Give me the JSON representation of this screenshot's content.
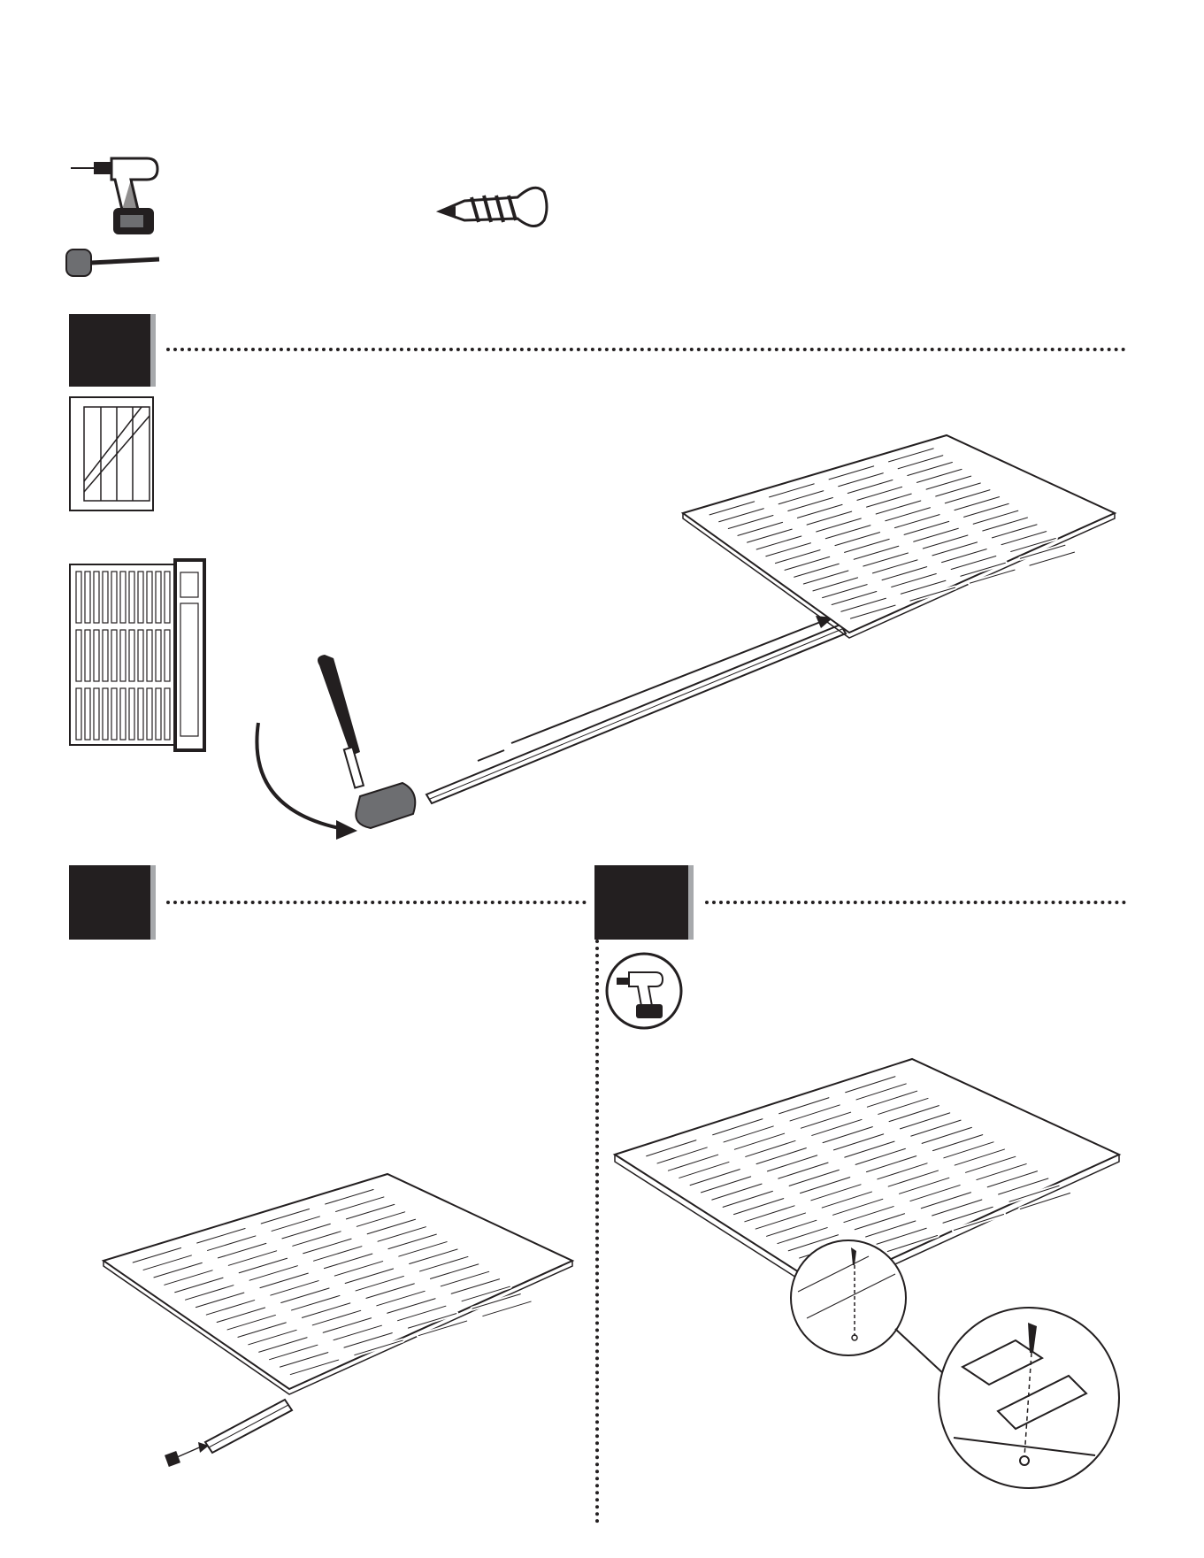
{
  "page": {
    "background": "#ffffff",
    "ink": "#231f20",
    "accent_gray": "#a7a9ac"
  },
  "tools": [
    {
      "name": "drill-icon"
    },
    {
      "name": "mallet-icon"
    }
  ],
  "hardware": [
    {
      "name": "screw-icon"
    }
  ],
  "steps": [
    {
      "id": "step-1",
      "parts": [
        "door-panel-icon",
        "wall-panel-icon"
      ],
      "illustration": "mallet-driving-rod-into-panel"
    },
    {
      "id": "step-2",
      "illustration": "cap-inserted-into-rod-end"
    },
    {
      "id": "step-3",
      "tools": [
        "drill-icon"
      ],
      "illustration": "screw-through-panel-corner"
    }
  ]
}
